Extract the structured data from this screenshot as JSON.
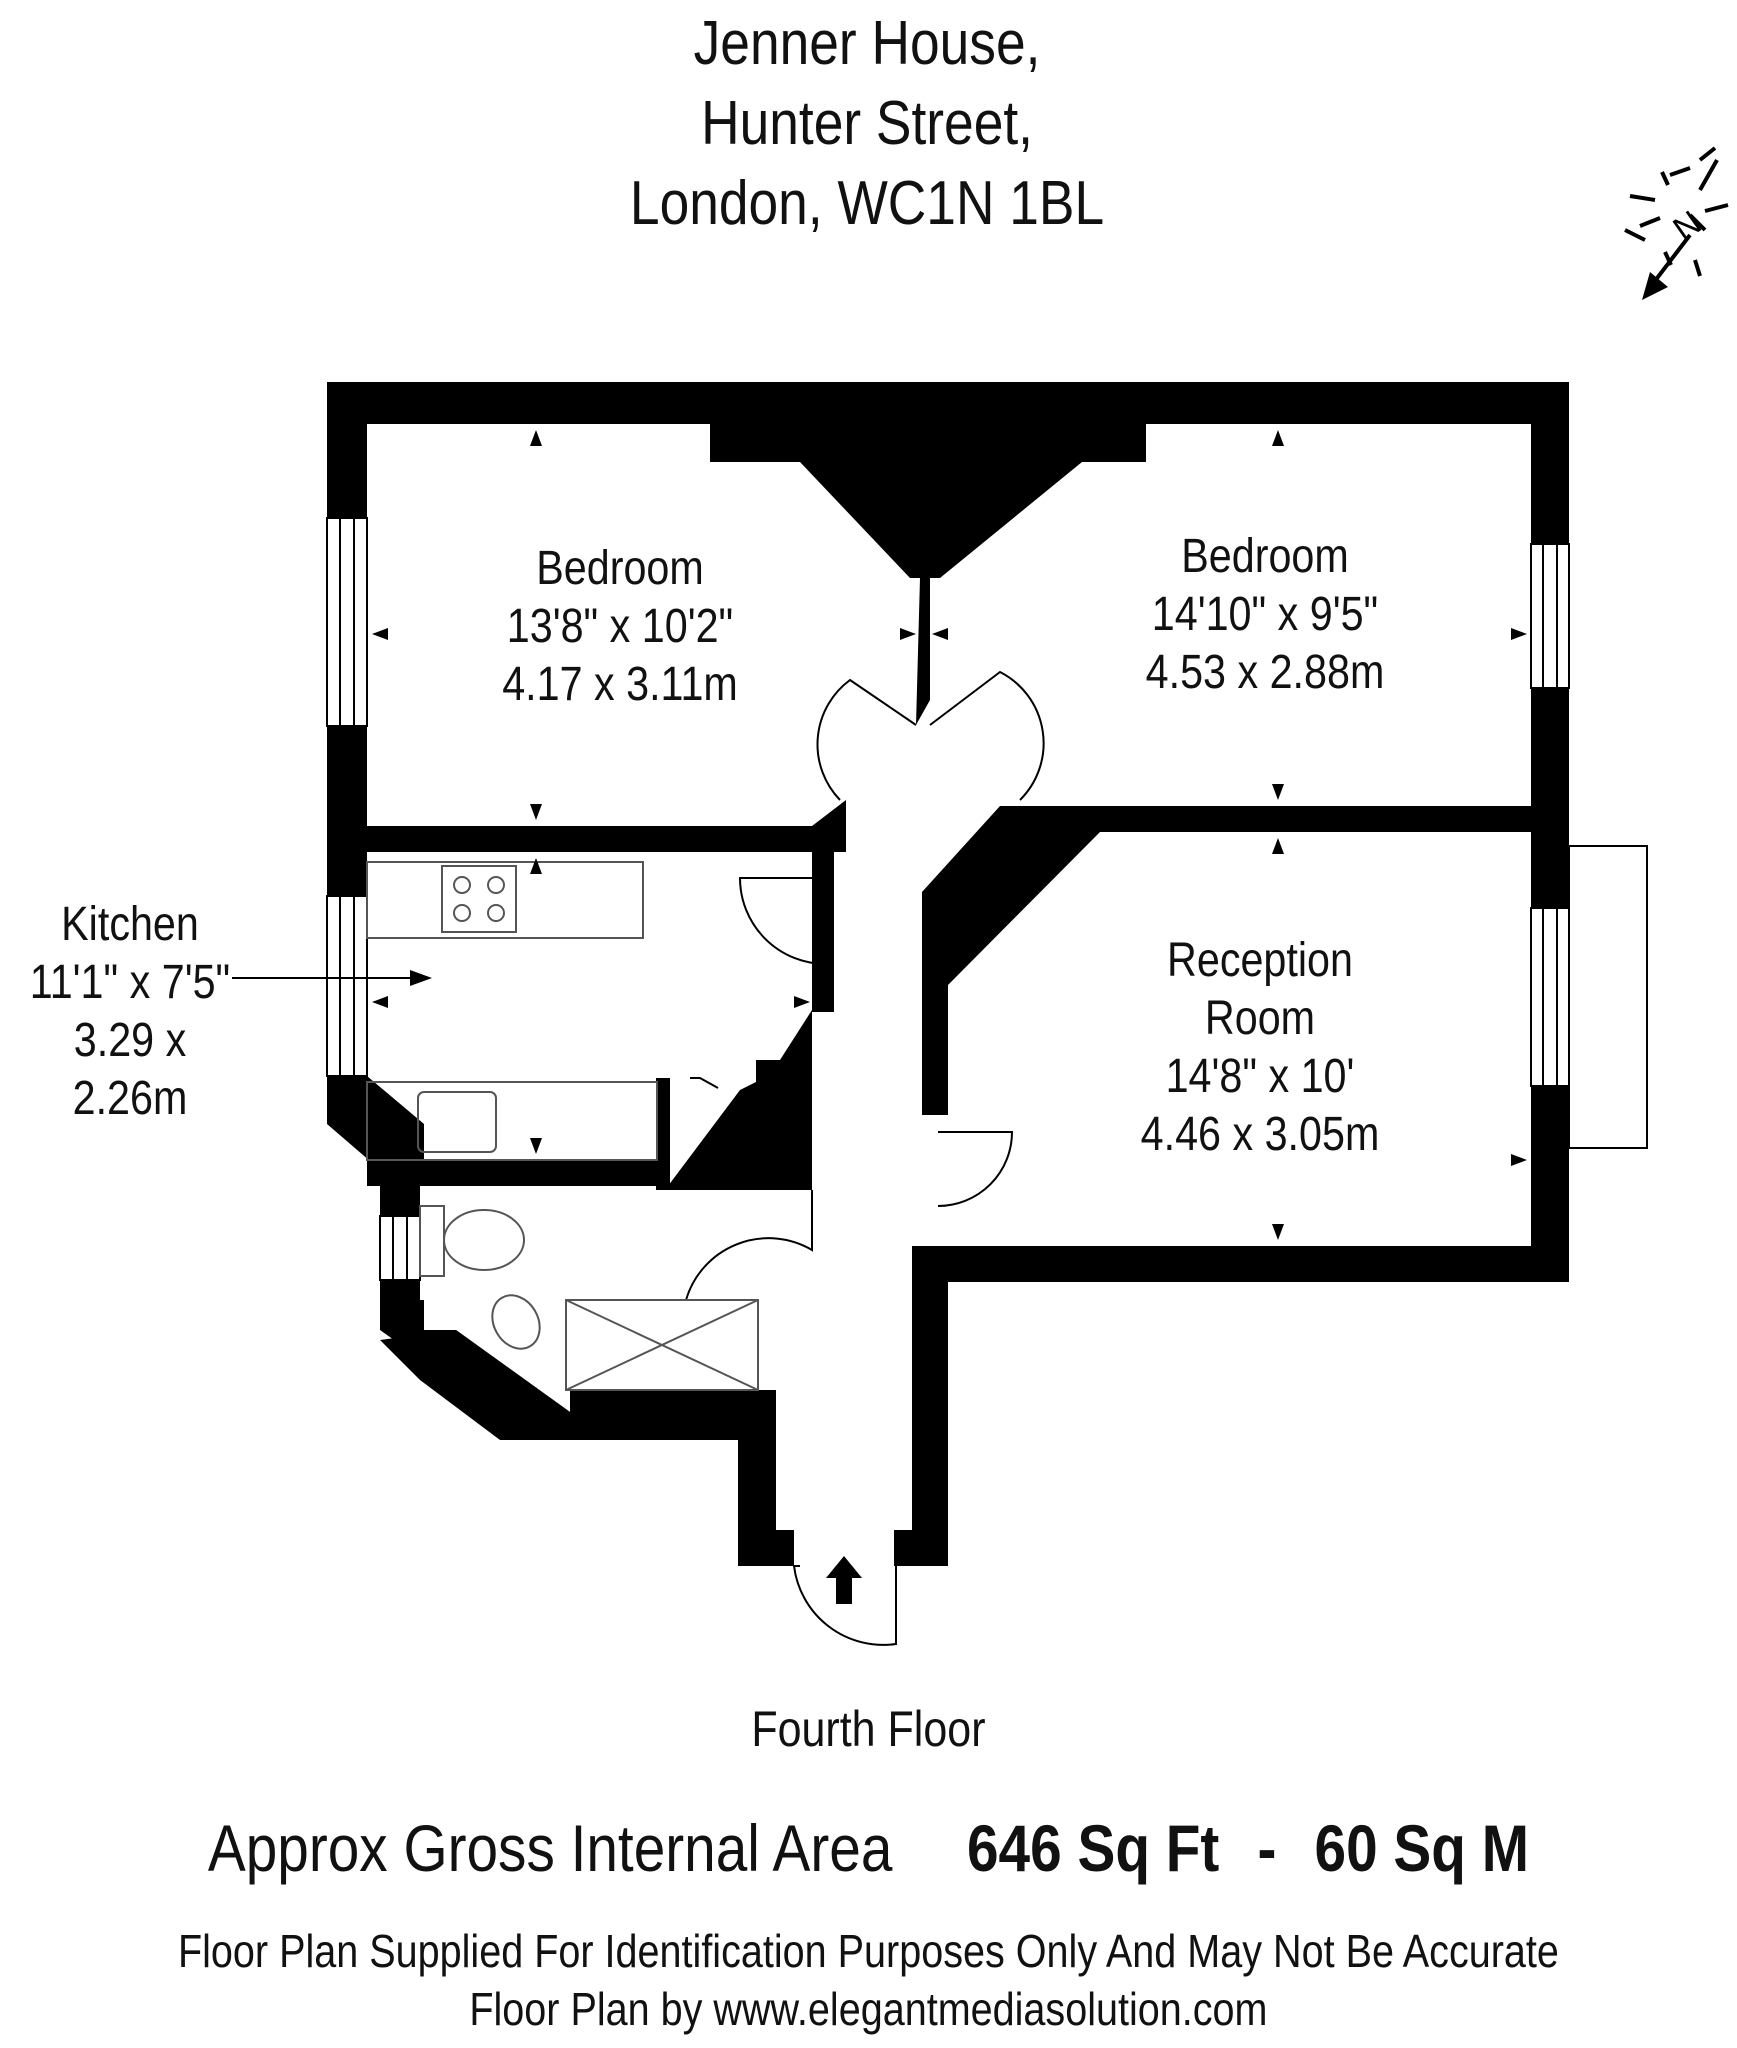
{
  "address": {
    "line1": "Jenner House,",
    "line2": "Hunter Street,",
    "line3": "London, WC1N 1BL"
  },
  "compass": {
    "label": "N"
  },
  "rooms": {
    "bedroom1": {
      "name": "Bedroom",
      "imperial": "13'8\" x 10'2\"",
      "metric": "4.17 x 3.11m"
    },
    "bedroom2": {
      "name": "Bedroom",
      "imperial": "14'10\" x 9'5\"",
      "metric": "4.53 x 2.88m"
    },
    "kitchen": {
      "name": "Kitchen",
      "imperial": "11'1\" x 7'5\"",
      "metric": "3.29 x 2.26m"
    },
    "reception": {
      "name_line1": "Reception",
      "name_line2": "Room",
      "imperial": "14'8\" x 10'",
      "metric": "4.46 x 3.05m"
    }
  },
  "floor_label": "Fourth Floor",
  "area": {
    "label": "Approx Gross Internal Area",
    "sqft": "646 Sq Ft",
    "separator": "-",
    "sqm": "60 Sq M"
  },
  "disclaimer": {
    "line1": "Floor Plan Supplied For Identification Purposes Only And May Not Be Accurate",
    "line2": "Floor Plan by www.elegantmediasolution.com"
  },
  "colors": {
    "wall": "#000000",
    "background": "#ffffff",
    "fixture": "#555555"
  }
}
